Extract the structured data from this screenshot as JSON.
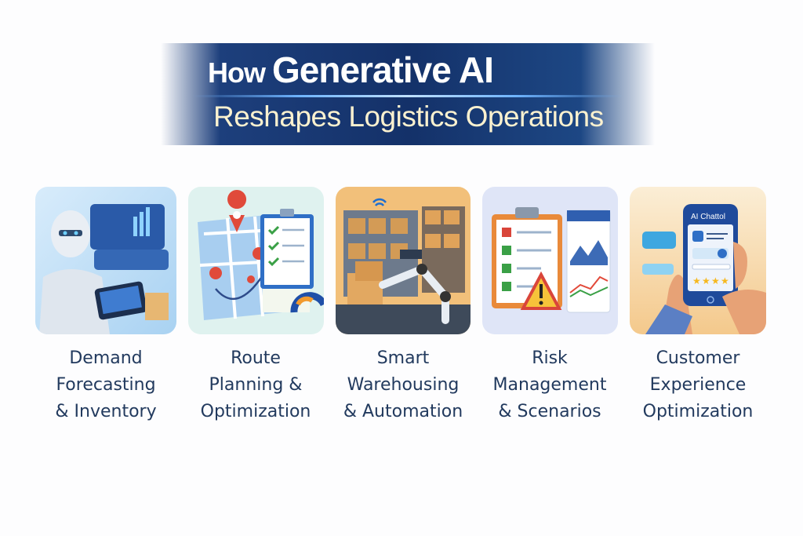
{
  "title": {
    "line1_prefix": "How",
    "line1_main": "Generative AI",
    "line2": "Reshapes Logistics Operations"
  },
  "cards": [
    {
      "caption": [
        "Demand",
        "Forecasting",
        "& Inventory"
      ],
      "icon": "robot-tablet-dashboard-icon"
    },
    {
      "caption": [
        "Route",
        "Planning &",
        "Optimization"
      ],
      "icon": "map-pins-checklist-icon"
    },
    {
      "caption": [
        "Smart",
        "Warehousing",
        "& Automation"
      ],
      "icon": "warehouse-robot-arm-icon"
    },
    {
      "caption": [
        "Risk",
        "Management",
        "& Scenarios"
      ],
      "icon": "checklist-warning-chart-icon"
    },
    {
      "caption": [
        "Customer",
        "Experience",
        "Optimization"
      ],
      "icon": "phone-chat-rating-icon",
      "phone_label": "AI Chattol"
    }
  ],
  "colors": {
    "banner": "#143169",
    "caption": "#223a5e",
    "title_line2": "#fbf1cf"
  }
}
